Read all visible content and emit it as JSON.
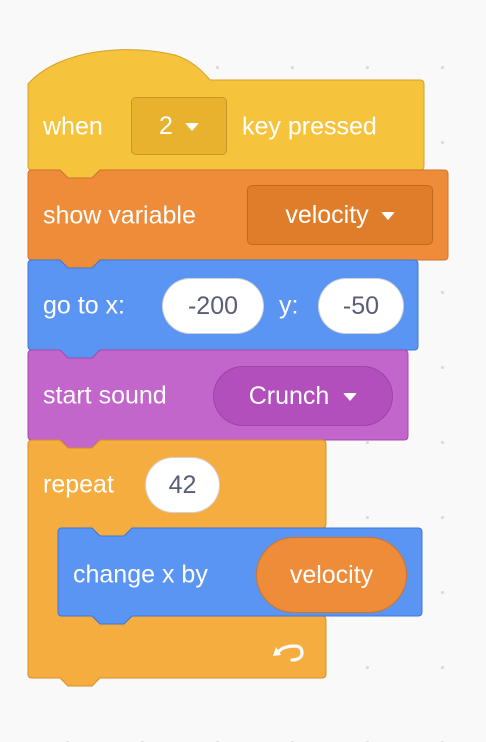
{
  "palette": {
    "events": "#FFBF00",
    "variables": "#FF8C1A",
    "motion": "#4C97FF",
    "sound": "#CF63CF",
    "control": "#FFAB19"
  },
  "hat_block": {
    "prefix": "when",
    "key_value": "2",
    "suffix": "key pressed"
  },
  "show_variable_block": {
    "label": "show variable",
    "variable_value": "velocity"
  },
  "goto_block": {
    "x_label": "go to x:",
    "x_value": "-200",
    "y_label": "y:",
    "y_value": "-50"
  },
  "sound_block": {
    "label": "start sound",
    "sound_value": "Crunch"
  },
  "repeat_block": {
    "label": "repeat",
    "times_value": "42",
    "loop_icon": "loop-arrow-icon"
  },
  "change_x_block": {
    "label": "change x by",
    "reporter_value": "velocity"
  }
}
